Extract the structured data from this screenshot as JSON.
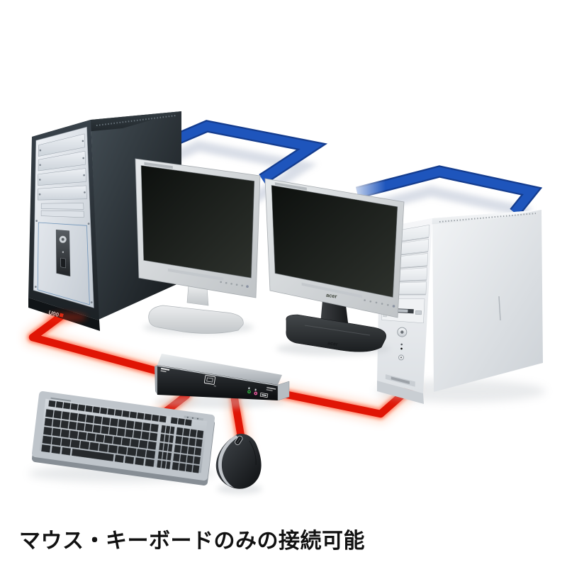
{
  "caption": "マウス・キーボードのみの接続可能",
  "background_color": "#ffffff",
  "cables": {
    "pc_link": {
      "name": "blue-pc-link-cable",
      "color": "#1c50b4"
    },
    "kb_mouse_link": {
      "name": "red-keyboard-mouse-cable",
      "color": "#e01505"
    }
  },
  "devices": {
    "black_pc": {
      "name": "black-pc-tower",
      "logo": "U00"
    },
    "white_pc": {
      "name": "white-pc-tower"
    },
    "monitor_left": {
      "name": "lcd-monitor-left"
    },
    "monitor_right": {
      "name": "lcd-monitor-right",
      "brand": "acer"
    },
    "kvm": {
      "name": "kvm-switch-box"
    },
    "keyboard": {
      "name": "keyboard"
    },
    "mouse": {
      "name": "mouse"
    }
  }
}
